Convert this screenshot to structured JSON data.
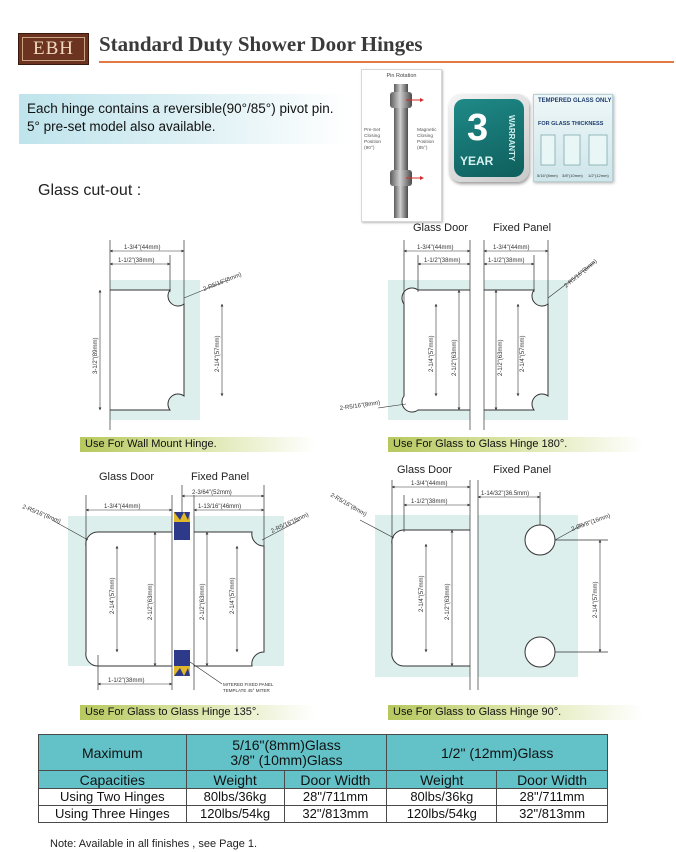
{
  "header": {
    "logo": "EBH",
    "title": "Standard Duty Shower Door Hinges"
  },
  "intro": {
    "line1": "Each hinge contains a reversible(90°/85°) pivot pin.",
    "line2": "5° pre-set model also available."
  },
  "section_title": "Glass cut-out :",
  "pin_image": {
    "title": "Pin Rotation",
    "left_note": "Pre-Set Closing Position (90°)",
    "right_note": "Magnetic Closing Position (85°)"
  },
  "warranty": {
    "number": "3",
    "year": "YEAR",
    "word": "WARRANTY"
  },
  "tempered": {
    "title": "TEMPERED GLASS ONLY",
    "subtitle": "FOR GLASS THICKNESS",
    "sizes": [
      "5/16\"(8mm)",
      "3/8\"(10mm)",
      "1/2\"(12mm)"
    ]
  },
  "diagrams": {
    "wall": {
      "caption": "Use For Wall Mount Hinge.",
      "dims": [
        "1-3/4\"(44mm)",
        "1-1/2\"(38mm)",
        "2-R5/16\"(8mm)",
        "3-1/2\"(89mm)",
        "2-1/4\"(57mm)"
      ]
    },
    "g180": {
      "caption": "Use For Glass to Glass Hinge 180°.",
      "label_left": "Glass Door",
      "label_right": "Fixed Panel",
      "dims": [
        "1-3/4\"(44mm)",
        "1-1/2\"(38mm)",
        "1-3/4\"(44mm)",
        "1-1/2\"(38mm)",
        "2-R5/16\"(8mm)",
        "2-R5/16\"(8mm)",
        "2-1/4\"(57mm)",
        "2-1/2\"(63mm)",
        "2-1/2\"(63mm)",
        "2-1/4\"(57mm)"
      ]
    },
    "g135": {
      "caption": "Use For Glass to Glass Hinge 135°.",
      "label_left": "Glass Door",
      "label_right": "Fixed Panel",
      "dims": [
        "2-3/64\"(52mm)",
        "1-13/16\"(46mm)",
        "1-3/4\"(44mm)",
        "2-R5/16\"(8mm)",
        "2-R5/16\"(8mm)",
        "2-1/4\"(57mm)",
        "2-1/2\"(63mm)",
        "2-1/2\"(63mm)",
        "2-1/4\"(57mm)",
        "1-1/2\"(38mm)"
      ],
      "miter_note_1": "MITERED FIXED PANEL",
      "miter_note_2": "TEMPLATE 45° MITER"
    },
    "g90": {
      "caption": "Use For Glass to Glass Hinge 90°.",
      "label_left": "Glass Door",
      "label_right": "Fixed Panel",
      "dims": [
        "1-3/4\"(44mm)",
        "1-1/2\"(38mm)",
        "1-14/32\"(36.5mm)",
        "2-R5/16\"(8mm)",
        "2-Ø5/8\"(16mm)",
        "2-1/4\"(57mm)",
        "2-1/2\"(63mm)",
        "2-1/4\"(57mm)"
      ]
    }
  },
  "table": {
    "maximum": "Maximum",
    "capacities": "Capacities",
    "g1_line1": "5/16\"(8mm)Glass",
    "g1_line2": "3/8\" (10mm)Glass",
    "g2": "1/2\" (12mm)Glass",
    "weight": "Weight",
    "door_width": "Door Width",
    "rows": [
      {
        "label": "Using Two Hinges",
        "w1": "80lbs/36kg",
        "d1": "28\"/711mm",
        "w2": "80lbs/36kg",
        "d2": "28\"/711mm"
      },
      {
        "label": "Using Three Hinges",
        "w1": "120lbs/54kg",
        "d1": "32\"/813mm",
        "w2": "120lbs/54kg",
        "d2": "32\"/813mm"
      }
    ]
  },
  "note": "Note:  Available in all finishes , see Page 1."
}
